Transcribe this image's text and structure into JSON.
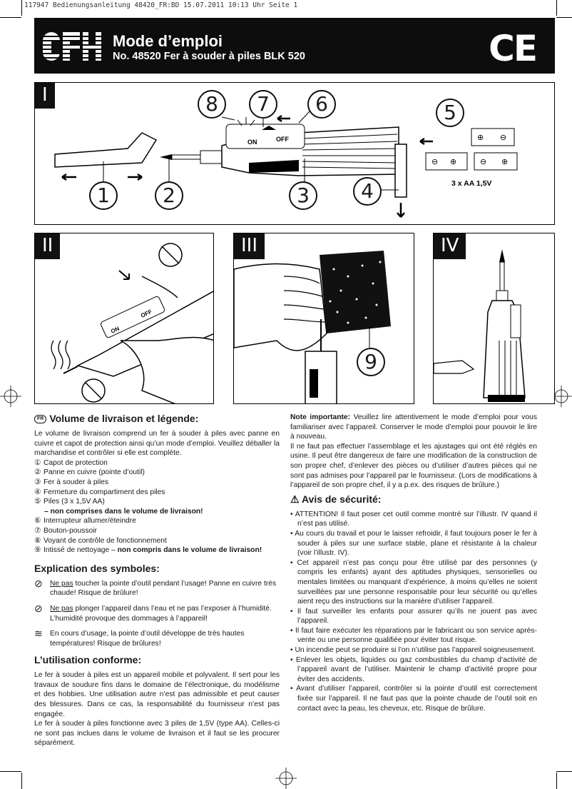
{
  "slug": "117947 Bedienungsanleitung 48420_FR:BD  15.07.2011  10:13 Uhr  Seite 1",
  "header": {
    "title": "Mode d’emploi",
    "subtitle": "No. 48520 Fer à souder à piles BLK 520",
    "mark": "CE"
  },
  "figures": {
    "fig1": {
      "label": "I",
      "on": "ON",
      "off": "OFF",
      "battery_text": "3 x AA 1,5V",
      "numbers": [
        "1",
        "2",
        "3",
        "4",
        "5",
        "6",
        "7",
        "8"
      ]
    },
    "fig2": {
      "label": "II",
      "on": "ON",
      "off": "OFF"
    },
    "fig3": {
      "label": "III",
      "number": "9"
    },
    "fig4": {
      "label": "IV"
    }
  },
  "left": {
    "lang": "FR",
    "delivery_title": "Volume de livraison et légende:",
    "delivery_text": "Le volume de livraison comprend un fer à souder à piles avec panne en cuivre et capot de protection ainsi qu’un mode d’emploi. Veuillez déballer la marchandise et contrôler si elle est complète.",
    "legend": [
      {
        "n": "①",
        "t": "Capot de protection"
      },
      {
        "n": "②",
        "t": "Panne en cuivre (pointe d’outil)"
      },
      {
        "n": "③",
        "t": "Fer à souder à piles"
      },
      {
        "n": "④",
        "t": "Fermeture du compartiment des piles"
      },
      {
        "n": "⑤",
        "t": "Piles (3 x 1,5V AA)"
      }
    ],
    "legend5_note": "– non comprises dans le volume de livraison!",
    "legend2": [
      {
        "n": "⑥",
        "t": "Interrupteur allumer/éteindre"
      },
      {
        "n": "⑦",
        "t": "Bouton-poussoir"
      },
      {
        "n": "⑧",
        "t": "Voyant de contrôle de fonctionnement"
      }
    ],
    "legend9_n": "⑨",
    "legend9_t": "Intissé de nettoyage – ",
    "legend9_b": "non compris dans le volume de livraison!",
    "symbols_title": "Explication des symboles:",
    "sym1_u": "Ne pas",
    "sym1_t": " toucher la pointe d’outil pendant l’usage! Panne en cuivre très chaude! Risque de brûlure!",
    "sym2_u": "Ne pas",
    "sym2_t": " plonger l’appareil dans l’eau et ne pas l’exposer à l’humidité. L’humidité provoque des dommages à l’appareil!",
    "sym3_t": "En cours d’usage, la pointe d’outil développe de très hautes températures! Risque de brûlures!",
    "usage_title": "L’utilisation conforme:",
    "usage_p1": "Le fer à souder à piles est un appareil mobile et polyvalent. Il sert pour les travaux de soudure fins dans le domaine de l’électronique, du modélisme et des hobbies. Une utilisation autre n’est pas admissible et peut causer des blessures. Dans ce cas, la responsabilité du fournisseur n’est pas engagée.",
    "usage_p2": "Le fer à souder à piles fonctionne avec 3 piles de 1,5V (type AA). Celles-ci ne sont pas inclues dans le volume de livraison et il faut se les procurer séparément."
  },
  "right": {
    "note_b": "Note importante:",
    "note_t": " Veuillez lire attentivement le mode d’emploi pour vous familiariser avec l’appareil. Conserver le mode d’emploi pour pouvoir le lire à nouveau.",
    "note_p2": "Il ne faut pas effectuer l’assemblage et les ajustages qui ont été réglés en usine. Il peut être dangereux de faire une modification de la construction de son propre chef, d’enlever des pièces ou d’utiliser d’autres pièces qui ne sont pas admises pour l’appareil par le fournisseur. (Lors de modifications à l’appareil de son propre chef, il y a p.ex. des risques de brûlure.)",
    "safety_title": "Avis de sécurité:",
    "bullets": [
      "• ATTENTION! Il faut poser cet outil comme montré sur l’illustr. IV quand il n’est pas utilisé.",
      "• Au cours du travail et pour le laisser refroidir, il faut toujours poser le fer à souder à piles sur une surface stable, plane et résistante à la chaleur (voir l’illustr. IV).",
      "• Cet appareil n’est pas conçu pour être utilisé par des personnes (y compris les enfants) ayant des aptitudes physiques, sensorielles ou mentales limitées ou manquant d’expérience, à moins qu’elles ne soient surveillées par une personne responsable pour leur sécurité ou qu’elles aient reçu des instructions sur la manière d’utiliser l’appareil.",
      "• Il faut surveiller les enfants pour assurer qu’ils ne jouent pas avec l’appareil.",
      "• Il faut faire exécuter les réparations par le fabricant ou son service après-vente ou une personne qualifiée pour éviter tout risque.",
      "• Un incendie peut se produire si l’on n’utilise pas l’appareil soigneusement.",
      "• Enlever les objets, liquides ou gaz combustibles du champ d’activité de l’appareil avant de l’utiliser. Maintenir le champ d’activité propre pour éviter des accidents.",
      "• Avant d’utiliser l’appareil, contrôler si la pointe d’outil est correctement fixée sur l’appareil. Il ne faut pas que la pointe chaude de l’outil soit en contact avec la peau, les cheveux, etc. Risque de brûlure."
    ]
  }
}
